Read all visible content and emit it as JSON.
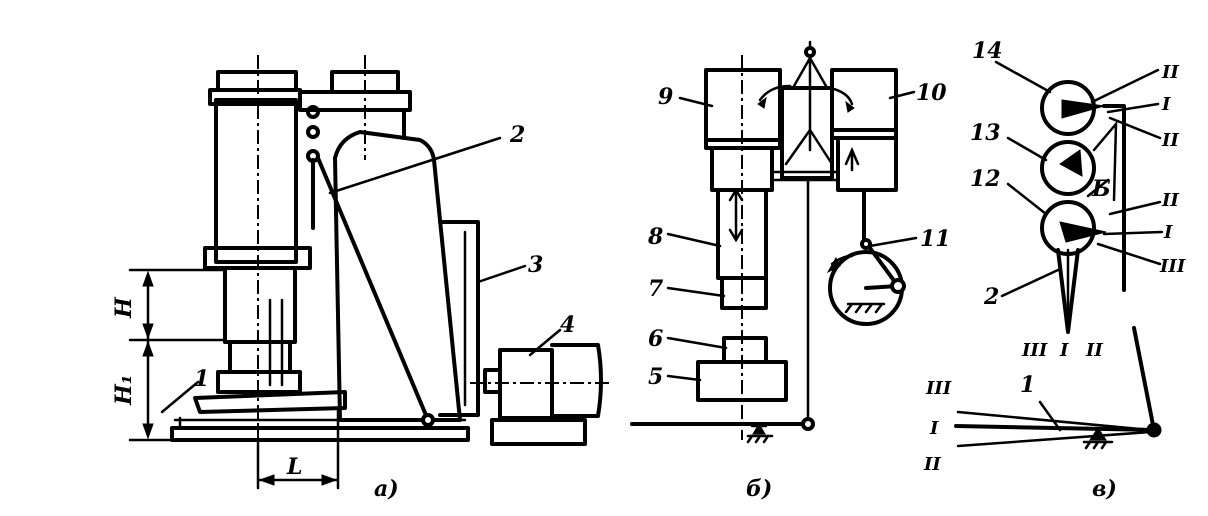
{
  "figure": {
    "panel_a": {
      "caption": "а)",
      "labels": [
        "1",
        "2",
        "3",
        "4"
      ],
      "dimensions": {
        "h": "H",
        "h1": "H₁",
        "l": "L"
      }
    },
    "panel_b": {
      "caption": "б)",
      "labels": [
        "5",
        "6",
        "7",
        "8",
        "9",
        "10",
        "11"
      ]
    },
    "panel_c": {
      "caption": "в)",
      "labels": [
        "14",
        "13",
        "12",
        "2",
        "1",
        "Б"
      ],
      "roman_right": [
        "II",
        "I",
        "II",
        "II",
        "I",
        "III"
      ],
      "roman_bottom": [
        "III",
        "I",
        "II"
      ],
      "roman_lever": [
        "III",
        "I",
        "II"
      ]
    },
    "colors": {
      "ink": "#000000",
      "paper": "#ffffff"
    }
  }
}
